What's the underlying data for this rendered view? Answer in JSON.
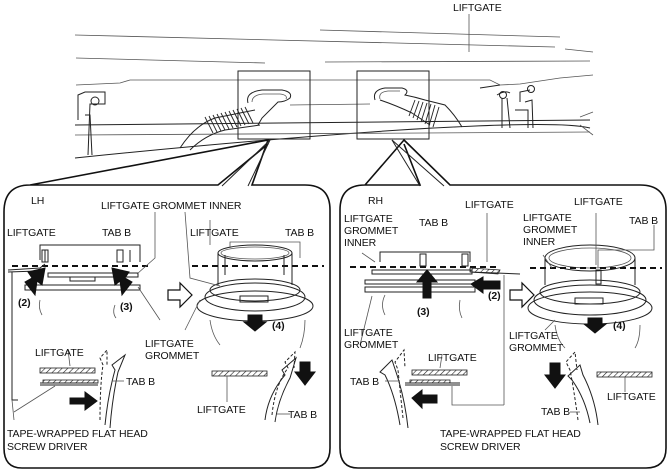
{
  "diagram": {
    "overview": {
      "label_liftgate": "LIFTGATE",
      "detail_boxes": [
        "left-grommet-detail",
        "right-grommet-detail"
      ]
    },
    "lh_panel": {
      "side": "LH",
      "top_labels": {
        "grommet_inner": "LIFTGATE GROMMET INNER",
        "liftgate_left": "LIFTGATE",
        "tab_b_left": "TAB B",
        "liftgate_right": "LIFTGATE",
        "tab_b_right": "TAB B"
      },
      "steps": {
        "step2": "(2)",
        "step3": "(3)",
        "step4": "(4)"
      },
      "grommet_label_line1": "LIFTGATE",
      "grommet_label_line2": "GROMMET",
      "bottom_left": {
        "liftgate": "LIFTGATE",
        "tab_b": "TAB B"
      },
      "bottom_right": {
        "liftgate": "LIFTGATE",
        "tab_b": "TAB B"
      },
      "tool_line1": "TAPE-WRAPPED FLAT HEAD",
      "tool_line2": "SCREW DRIVER"
    },
    "rh_panel": {
      "side": "RH",
      "top_labels": {
        "grommet_inner_line1": "LIFTGATE",
        "grommet_inner_line2": "GROMMET",
        "grommet_inner_line3": "INNER",
        "tab_b_left": "TAB B",
        "liftgate_left": "LIFTGATE",
        "liftgate_top_right": "LIFTGATE",
        "grommet_inner_r_line1": "LIFTGATE",
        "grommet_inner_r_line2": "GROMMET",
        "grommet_inner_r_line3": "INNER",
        "tab_b_right": "TAB B"
      },
      "steps": {
        "step2": "(2)",
        "step3": "(3)",
        "step4": "(4)"
      },
      "grommet_left_line1": "LIFTGATE",
      "grommet_left_line2": "GROMMET",
      "grommet_right_line1": "LIFTGATE",
      "grommet_right_line2": "GROMMET",
      "bottom_left": {
        "liftgate": "LIFTGATE",
        "tab_b": "TAB B"
      },
      "bottom_right": {
        "liftgate": "LIFTGATE",
        "tab_b": "TAB B"
      },
      "tool_line1": "TAPE-WRAPPED FLAT HEAD",
      "tool_line2": "SCREW DRIVER"
    }
  }
}
